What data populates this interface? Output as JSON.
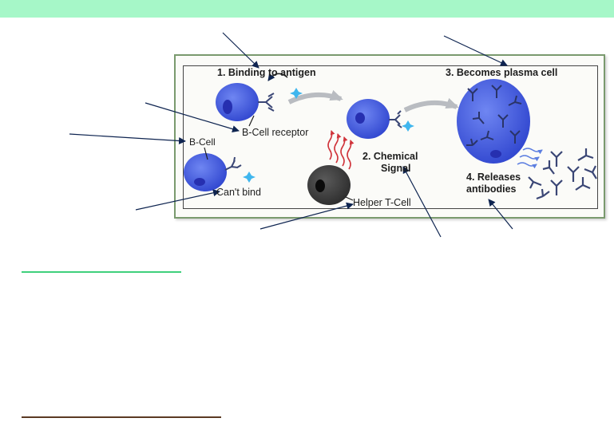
{
  "colors": {
    "band": "#a6f7c8",
    "cell_fill": "#4a63e3",
    "cell_dark": "#262fb0",
    "helper_cell": "#3e3e3e",
    "antigen": "#3fb6ee",
    "antibody": "#3a4675",
    "signal": "#d0333a",
    "arrow": "#0e2450",
    "flow_arrow": "#b9bcc1"
  },
  "icons": [
    "antigen-star-icon",
    "antibody-y-icon",
    "curved-arrow-icon",
    "signal-wave-icon"
  ],
  "diagram": {
    "labels": {
      "binding": "1. Binding to antigen",
      "plasma": "3. Becomes plasma cell",
      "receptor": "B-Cell receptor",
      "bcell": "B-Cell",
      "chemical_1": "2. Chemical",
      "chemical_2": "Signal",
      "cant_bind": "Can't bind",
      "helper": "Helper T-Cell",
      "releases_1": "4. Releases",
      "releases_2": "antibodies"
    }
  }
}
